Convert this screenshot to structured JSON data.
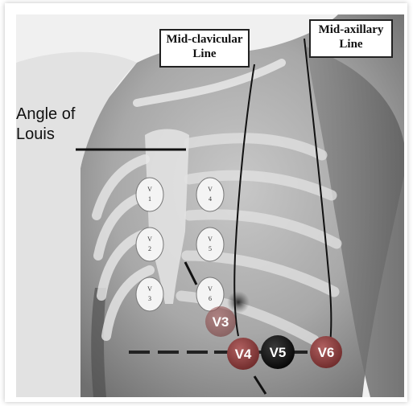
{
  "labels": {
    "mid_clavicular_line_1": "Mid-clavicular",
    "mid_clavicular_line_2": "Line",
    "mid_axillary_line_1": "Mid-axillary",
    "mid_axillary_line_2": "Line",
    "angle_of_louis_1": "Angle of",
    "angle_of_louis_2": "Louis"
  },
  "sternal_positions": [
    {
      "v": "V",
      "n": "1"
    },
    {
      "v": "V",
      "n": "2"
    },
    {
      "v": "V",
      "n": "3"
    },
    {
      "v": "V",
      "n": "4"
    },
    {
      "v": "V",
      "n": "5"
    },
    {
      "v": "V",
      "n": "6"
    }
  ],
  "lateral_leads": {
    "v3": "V3",
    "v4": "V4",
    "v5": "V5",
    "v6": "V6"
  },
  "colors": {
    "lead_red": "#8a3a3a",
    "lead_dark": "#141414",
    "skin_light": "#d6d6d6",
    "skin_dark": "#7a7a7a"
  }
}
